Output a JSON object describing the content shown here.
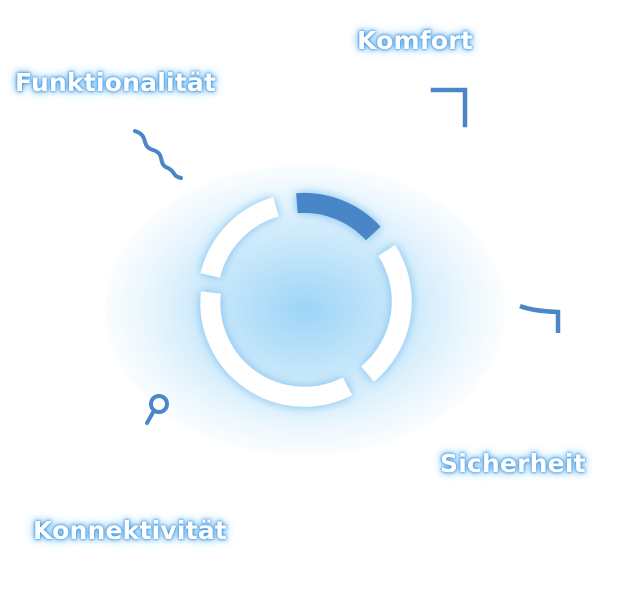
{
  "labels": {
    "komfort": "Komfort",
    "funktionalitaet": "Funktionalität",
    "sicherheit": "Sicherheit",
    "konnektivitaet": "Konnektivität"
  },
  "icons": {
    "komfort": "corner-bracket-icon",
    "funktionalitaet": "zigzag-icon",
    "sicherheit": "hook-icon",
    "konnektivitaet": "magnifier-icon"
  },
  "colors": {
    "accent": "#4a86c8",
    "ring": "#ffffff",
    "glow": "#8ccdf5",
    "label_text": "#ffffff",
    "label_glow": "#2f86d8"
  }
}
